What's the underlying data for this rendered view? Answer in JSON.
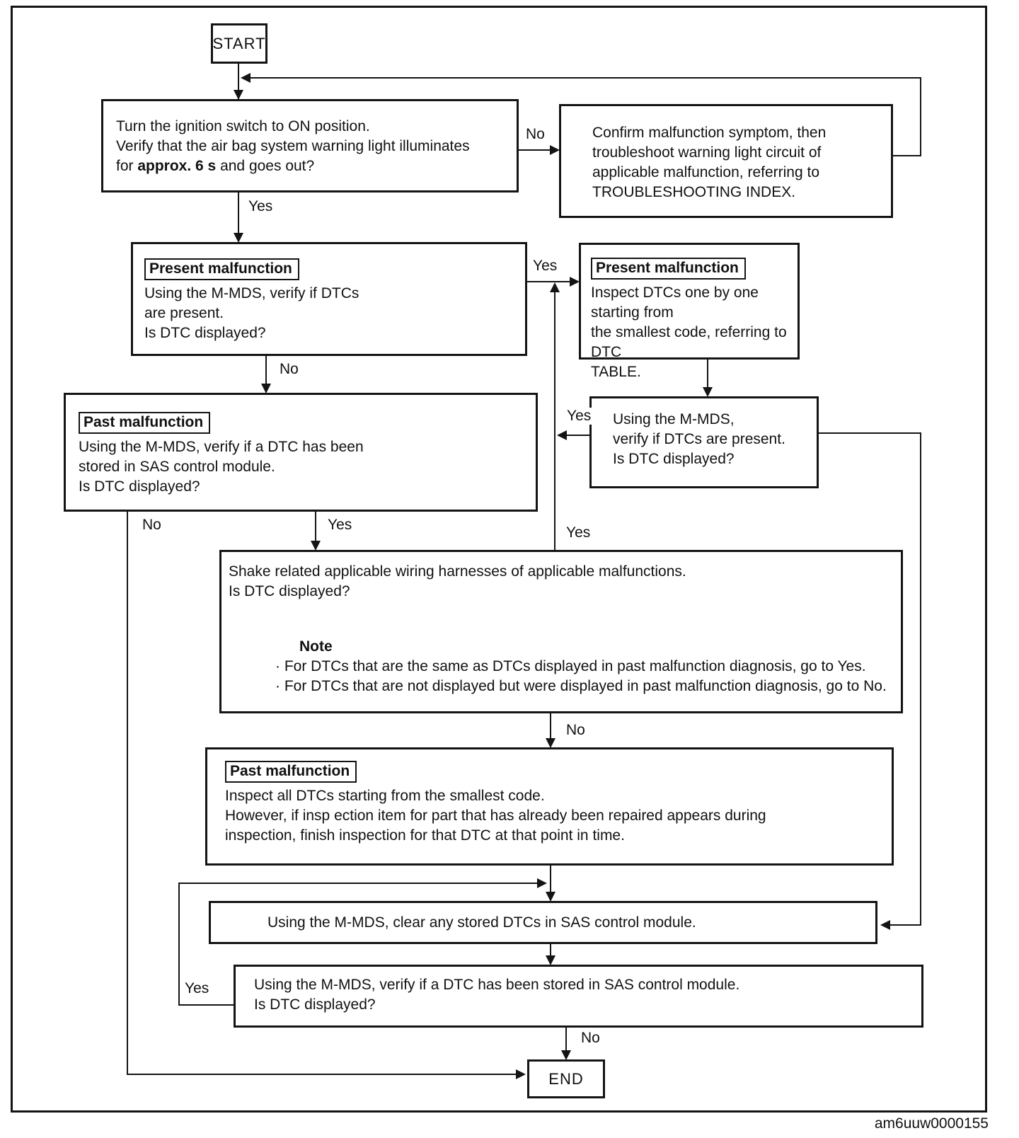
{
  "caption": "am6uuw0000155",
  "labels": {
    "yes": "Yes",
    "no": "No"
  },
  "boxes": {
    "start": "START",
    "end": "END",
    "ignition": {
      "line1": "Turn the ignition switch to ON position.",
      "line2": "Verify that the air bag system warning light illuminates",
      "line3_pre": "for ",
      "line3_bold": "approx. 6 s",
      "line3_post": " and goes out?"
    },
    "confirm": {
      "line1": "Confirm malfunction symptom, then",
      "line2": "troubleshoot warning light circuit of",
      "line3": "applicable malfunction, referring to",
      "line4": "TROUBLESHOOTING INDEX."
    },
    "present_check": {
      "tag": "Present malfunction",
      "line1": "Using the M-MDS, verify if DTCs",
      "line2": "are present.",
      "line3": "Is DTC displayed?"
    },
    "present_inspect": {
      "tag": "Present malfunction",
      "line1": "Inspect DTCs one by one starting from",
      "line2": "the smallest code, referring to DTC",
      "line3": "TABLE."
    },
    "past_check": {
      "tag": "Past malfunction",
      "line1": "Using the M-MDS, verify if a DTC has been",
      "line2": "stored in SAS control module.",
      "line3": "Is DTC displayed?"
    },
    "verify_present": {
      "line1": "Using the M-MDS,",
      "line2": "verify if DTCs are present.",
      "line3": "Is DTC displayed?"
    },
    "shake": {
      "line1": "Shake related applicable wiring harnesses of applicable malfunctions.",
      "line2": "Is DTC displayed?",
      "note_title": "Note",
      "note1": "· For DTCs that are the same as DTCs displayed in past malfunction diagnosis, go to Yes.",
      "note2": "· For DTCs that are not displayed but were displayed in past malfunction diagnosis, go to No."
    },
    "past_inspect": {
      "tag": "Past malfunction",
      "line1": "Inspect all DTCs starting from the smallest code.",
      "line2": "However, if insp ection item for part that has already been repaired appears during",
      "line3": "inspection, finish inspection for that DTC at that point in time."
    },
    "clear": {
      "line1": "Using the M-MDS, clear any stored DTCs in SAS control module."
    },
    "verify_stored": {
      "line1": "Using the M-MDS, verify if a DTC has been stored in SAS control module.",
      "line2": "Is DTC displayed?"
    }
  }
}
